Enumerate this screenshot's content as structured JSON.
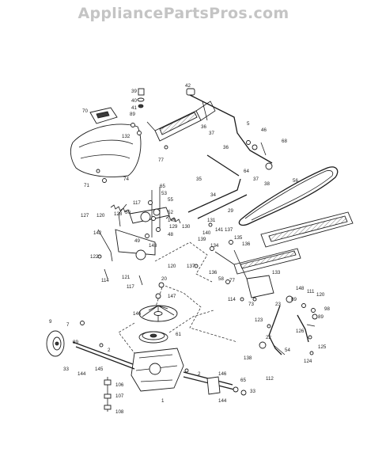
{
  "site": {
    "watermark": "AppliancePartsPros.com"
  },
  "callouts": [
    {
      "id": "c39",
      "text": "39"
    },
    {
      "id": "c40",
      "text": "40"
    },
    {
      "id": "c41",
      "text": "41"
    },
    {
      "id": "c42",
      "text": "42"
    },
    {
      "id": "c70",
      "text": "70"
    },
    {
      "id": "c89a",
      "text": "89"
    },
    {
      "id": "c132",
      "text": "132"
    },
    {
      "id": "c36a",
      "text": "36"
    },
    {
      "id": "c37a",
      "text": "37"
    },
    {
      "id": "c5",
      "text": "5"
    },
    {
      "id": "c46",
      "text": "46"
    },
    {
      "id": "c68",
      "text": "68"
    },
    {
      "id": "c77a",
      "text": "77"
    },
    {
      "id": "c36b",
      "text": "36"
    },
    {
      "id": "c64",
      "text": "64"
    },
    {
      "id": "c37b",
      "text": "37"
    },
    {
      "id": "c38",
      "text": "38"
    },
    {
      "id": "c56",
      "text": "56"
    },
    {
      "id": "c71",
      "text": "71"
    },
    {
      "id": "c74",
      "text": "74"
    },
    {
      "id": "c35",
      "text": "35"
    },
    {
      "id": "c65a",
      "text": "65"
    },
    {
      "id": "c53",
      "text": "53"
    },
    {
      "id": "c55",
      "text": "55"
    },
    {
      "id": "c117a",
      "text": "117"
    },
    {
      "id": "c50",
      "text": "50"
    },
    {
      "id": "c52",
      "text": "52"
    },
    {
      "id": "c149",
      "text": "149"
    },
    {
      "id": "c129",
      "text": "129"
    },
    {
      "id": "c48",
      "text": "48"
    },
    {
      "id": "c34",
      "text": "34"
    },
    {
      "id": "c29",
      "text": "29"
    },
    {
      "id": "c127",
      "text": "127"
    },
    {
      "id": "c120a",
      "text": "120"
    },
    {
      "id": "c128",
      "text": "128"
    },
    {
      "id": "c131",
      "text": "131"
    },
    {
      "id": "c130",
      "text": "130"
    },
    {
      "id": "c140",
      "text": "140"
    },
    {
      "id": "c141",
      "text": "141"
    },
    {
      "id": "c137a",
      "text": "137"
    },
    {
      "id": "c135",
      "text": "135"
    },
    {
      "id": "c139",
      "text": "139"
    },
    {
      "id": "c134",
      "text": "134"
    },
    {
      "id": "c136a",
      "text": "136"
    },
    {
      "id": "c142",
      "text": "142"
    },
    {
      "id": "c49",
      "text": "49"
    },
    {
      "id": "c143",
      "text": "143"
    },
    {
      "id": "c122",
      "text": "122"
    },
    {
      "id": "c120b",
      "text": "120"
    },
    {
      "id": "c137b",
      "text": "137"
    },
    {
      "id": "c136b",
      "text": "136"
    },
    {
      "id": "c58",
      "text": "58"
    },
    {
      "id": "c77b",
      "text": "77"
    },
    {
      "id": "c133",
      "text": "133"
    },
    {
      "id": "c114a",
      "text": "114"
    },
    {
      "id": "c121",
      "text": "121"
    },
    {
      "id": "c117b",
      "text": "117"
    },
    {
      "id": "c20",
      "text": "20"
    },
    {
      "id": "c148",
      "text": "148"
    },
    {
      "id": "c111",
      "text": "111"
    },
    {
      "id": "c120c",
      "text": "120"
    },
    {
      "id": "c147",
      "text": "147"
    },
    {
      "id": "c114b",
      "text": "114"
    },
    {
      "id": "c73",
      "text": "73"
    },
    {
      "id": "c23",
      "text": "23"
    },
    {
      "id": "c89b",
      "text": "89"
    },
    {
      "id": "c98",
      "text": "98"
    },
    {
      "id": "c146",
      "text": "146"
    },
    {
      "id": "c89c",
      "text": "89"
    },
    {
      "id": "c123",
      "text": "123"
    },
    {
      "id": "c9",
      "text": "9"
    },
    {
      "id": "c7",
      "text": "7"
    },
    {
      "id": "c61",
      "text": "61"
    },
    {
      "id": "c126",
      "text": "126"
    },
    {
      "id": "c22",
      "text": "22"
    },
    {
      "id": "c54",
      "text": "54"
    },
    {
      "id": "c125",
      "text": "125"
    },
    {
      "id": "c89d",
      "text": "89"
    },
    {
      "id": "c2a",
      "text": "2"
    },
    {
      "id": "c33a",
      "text": "33"
    },
    {
      "id": "c144a",
      "text": "144"
    },
    {
      "id": "c145",
      "text": "145"
    },
    {
      "id": "c138",
      "text": "138"
    },
    {
      "id": "c124",
      "text": "124"
    },
    {
      "id": "c2b",
      "text": "2"
    },
    {
      "id": "c112",
      "text": "112"
    },
    {
      "id": "c146b",
      "text": "146"
    },
    {
      "id": "c106",
      "text": "106"
    },
    {
      "id": "c65b",
      "text": "65"
    },
    {
      "id": "c33b",
      "text": "33"
    },
    {
      "id": "c107",
      "text": "107"
    },
    {
      "id": "c1",
      "text": "1"
    },
    {
      "id": "c144b",
      "text": "144"
    },
    {
      "id": "c108",
      "text": "108"
    }
  ]
}
